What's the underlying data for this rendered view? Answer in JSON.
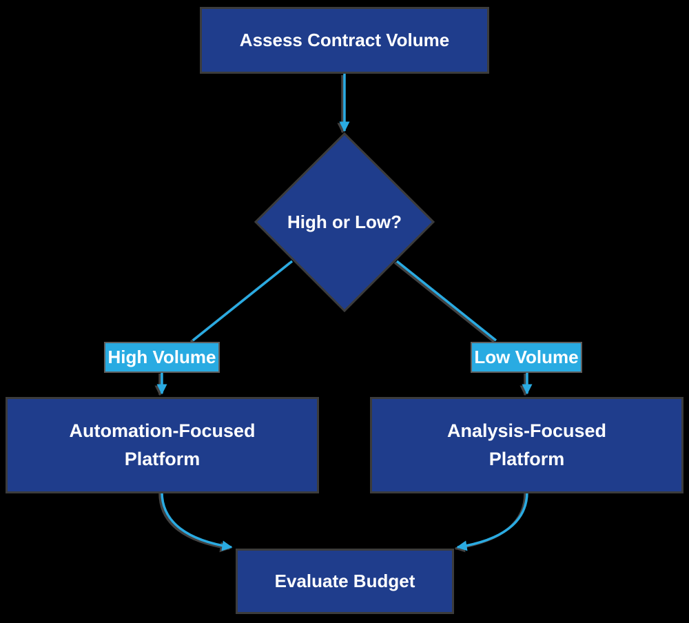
{
  "diagram": {
    "type": "flowchart",
    "direction": "top-down",
    "colors": {
      "background": "#000000",
      "node_fill": "#1f3d8c",
      "node_border": "#3c3c3c",
      "edge": "#29abe2",
      "edge_shadow": "#4f4f4f",
      "edge_label_fill": "#29abe2",
      "edge_label_border": "#5f5f5f",
      "text": "#ffffff"
    },
    "nodes": {
      "assess": {
        "shape": "rectangle",
        "label": "Assess Contract Volume"
      },
      "decision": {
        "shape": "diamond",
        "label": "High or Low?"
      },
      "automation": {
        "shape": "rectangle",
        "lines": [
          "Automation-Focused",
          "Platform"
        ]
      },
      "analysis": {
        "shape": "rectangle",
        "lines": [
          "Analysis-Focused",
          "Platform"
        ]
      },
      "budget": {
        "shape": "rectangle",
        "label": "Evaluate Budget"
      }
    },
    "edges": [
      {
        "from": "assess",
        "to": "decision",
        "label": ""
      },
      {
        "from": "decision",
        "to": "automation",
        "label": "High Volume"
      },
      {
        "from": "decision",
        "to": "analysis",
        "label": "Low Volume"
      },
      {
        "from": "automation",
        "to": "budget",
        "label": ""
      },
      {
        "from": "analysis",
        "to": "budget",
        "label": ""
      }
    ]
  }
}
